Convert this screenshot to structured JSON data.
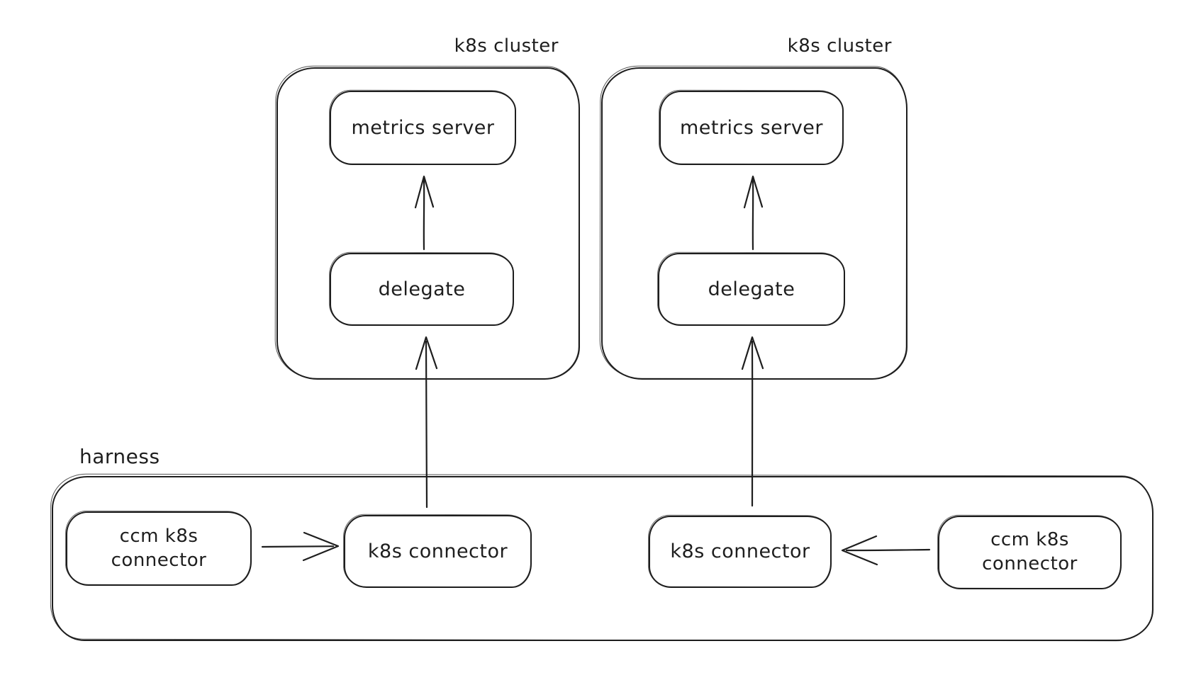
{
  "colors": {
    "stroke": "#1e1e1e",
    "background": "#ffffff"
  },
  "clusters": [
    {
      "label": "k8s cluster",
      "metrics_server_label": "metrics server",
      "delegate_label": "delegate"
    },
    {
      "label": "k8s cluster",
      "metrics_server_label": "metrics server",
      "delegate_label": "delegate"
    }
  ],
  "harness": {
    "label": "harness",
    "connectors": [
      {
        "label": "ccm k8s connector"
      },
      {
        "label": "k8s connector"
      },
      {
        "label": "k8s connector"
      },
      {
        "label": "ccm k8s connector"
      }
    ]
  },
  "connections": [
    {
      "from": "delegate (left cluster)",
      "to": "metrics server (left cluster)"
    },
    {
      "from": "delegate (right cluster)",
      "to": "metrics server (right cluster)"
    },
    {
      "from": "k8s connector (harness left)",
      "to": "delegate (left cluster)"
    },
    {
      "from": "k8s connector (harness right)",
      "to": "delegate (right cluster)"
    },
    {
      "from": "ccm k8s connector (harness left)",
      "to": "k8s connector (harness left)"
    },
    {
      "from": "ccm k8s connector (harness right)",
      "to": "k8s connector (harness right)"
    }
  ]
}
